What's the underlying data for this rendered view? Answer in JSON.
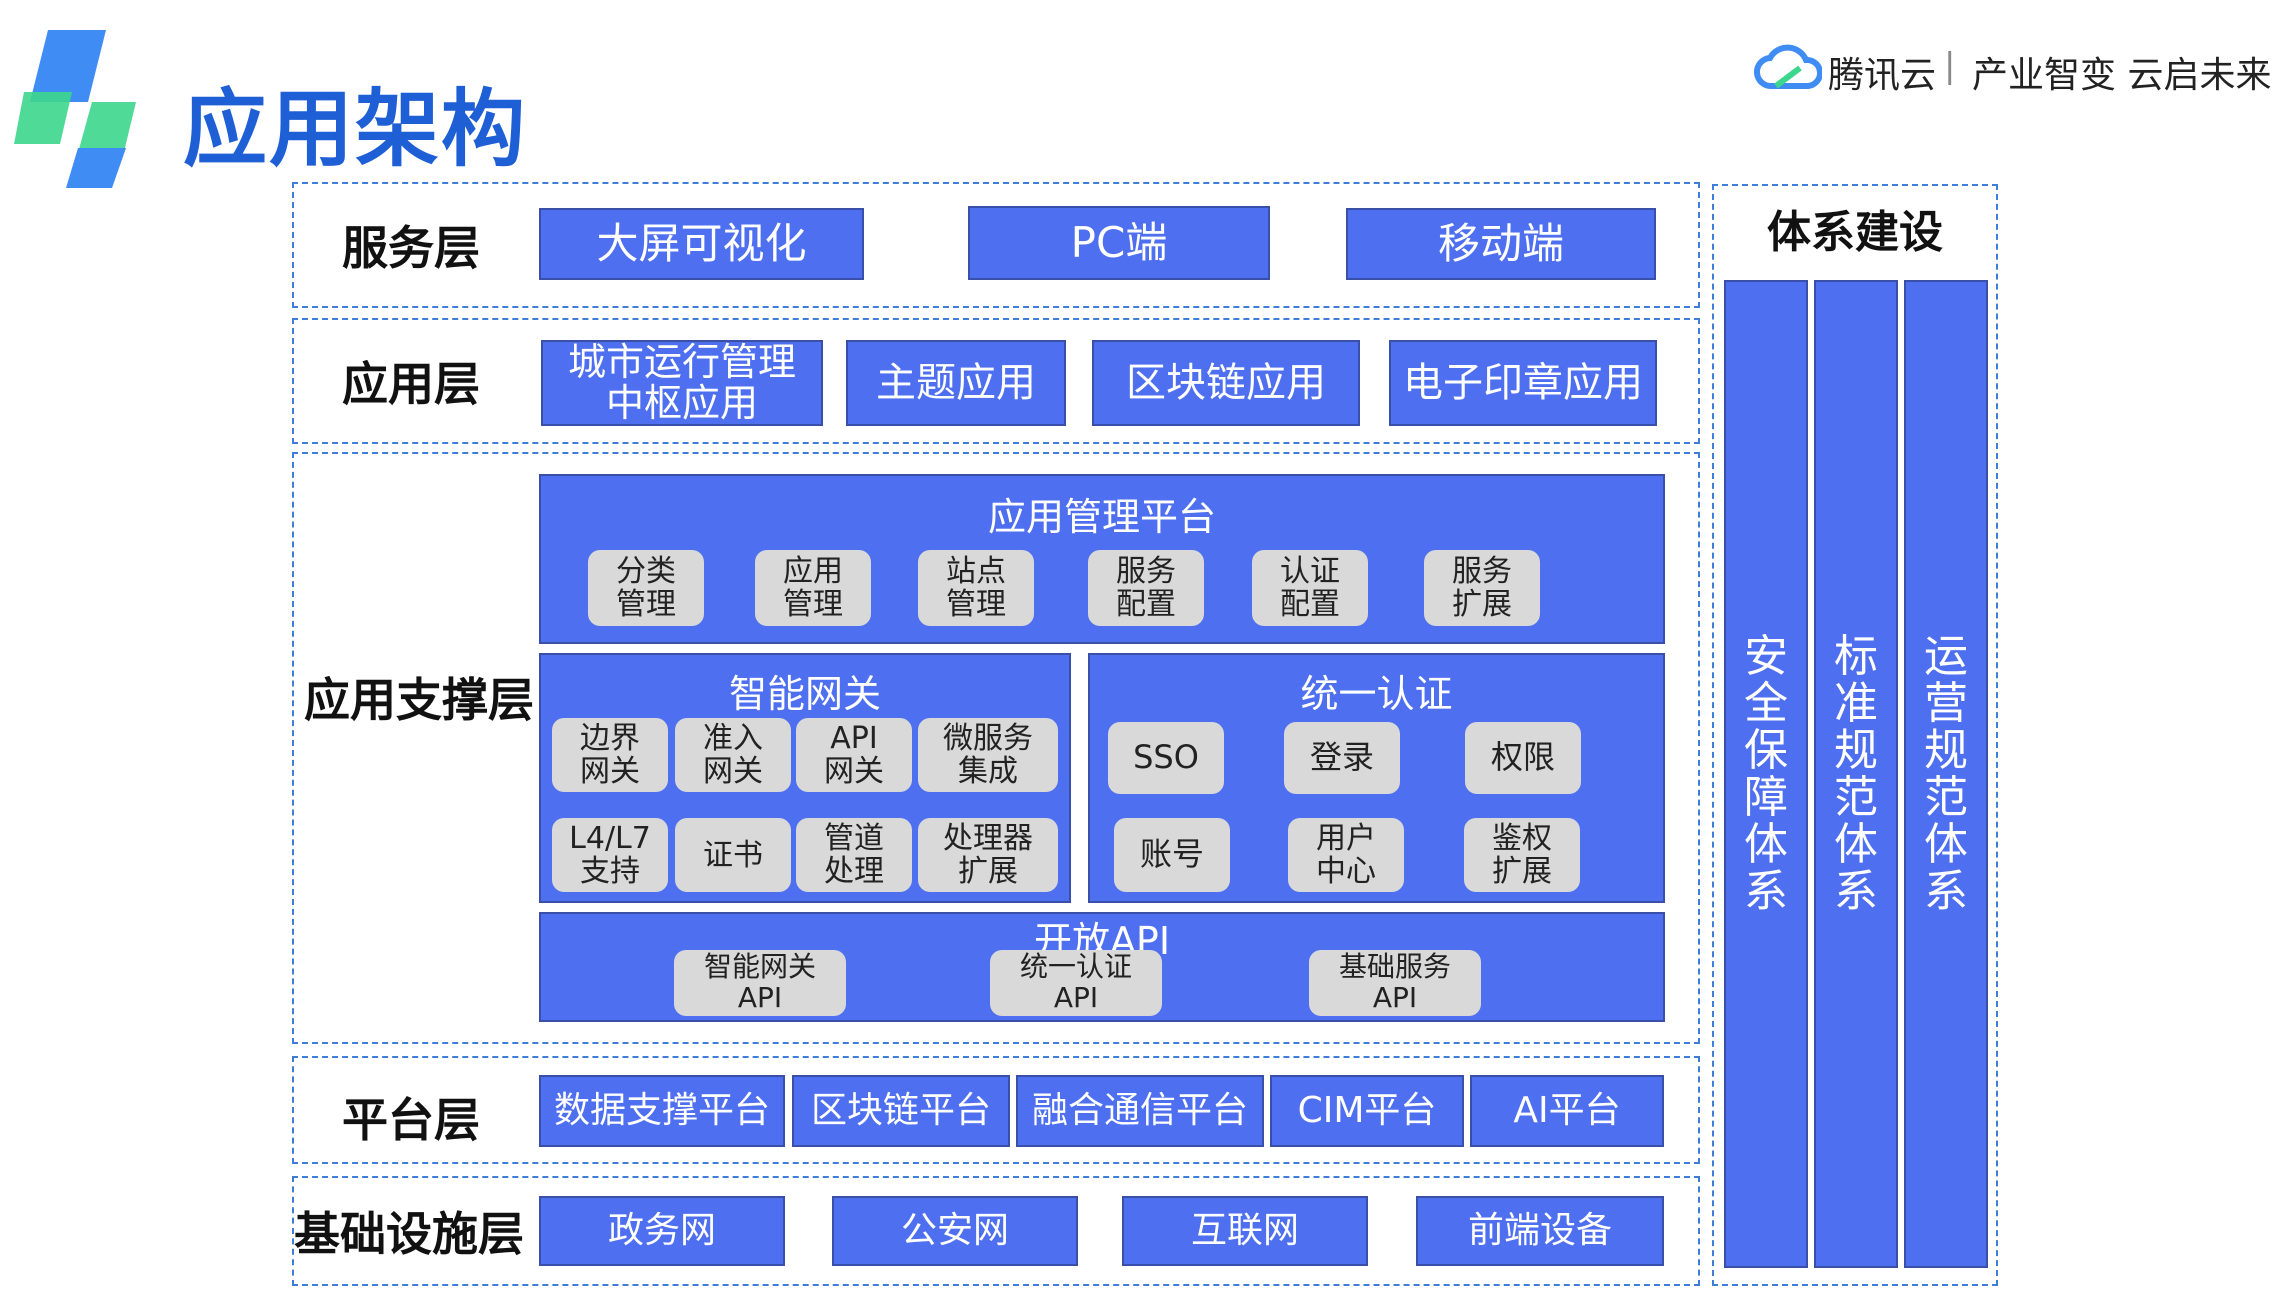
{
  "header": {
    "title": "应用架构",
    "brand": "腾讯云",
    "divider": "|",
    "slogan": "产业智变 云启未来",
    "colors": {
      "title": "#1f5fd6",
      "logo_blue": "#3f8cf5",
      "logo_green": "#3cd68c"
    }
  },
  "layers": {
    "service": {
      "label": "服务层",
      "items": [
        "大屏可视化",
        "PC端",
        "移动端"
      ]
    },
    "application": {
      "label": "应用层",
      "items": [
        "城市运行管理\n中枢应用",
        "主题应用",
        "区块链应用",
        "电子印章应用"
      ]
    },
    "support": {
      "label": "应用支撑层",
      "app_mgmt": {
        "title": "应用管理平台",
        "items": [
          "分类\n管理",
          "应用\n管理",
          "站点\n管理",
          "服务\n配置",
          "认证\n配置",
          "服务\n扩展"
        ]
      },
      "gateway": {
        "title": "智能网关",
        "items": [
          "边界\n网关",
          "准入\n网关",
          "API\n网关",
          "微服务\n集成",
          "L4/L7\n支持",
          "证书",
          "管道\n处理",
          "处理器\n扩展"
        ]
      },
      "auth": {
        "title": "统一认证",
        "items": [
          "SSO",
          "登录",
          "权限",
          "账号",
          "用户\n中心",
          "鉴权\n扩展"
        ]
      },
      "open_api": {
        "title": "开放API",
        "items": [
          "智能网关\nAPI",
          "统一认证\nAPI",
          "基础服务\nAPI"
        ]
      }
    },
    "platform": {
      "label": "平台层",
      "items": [
        "数据支撑平台",
        "区块链平台",
        "融合通信平台",
        "CIM平台",
        "AI平台"
      ]
    },
    "infrastructure": {
      "label": "基础设施层",
      "items": [
        "政务网",
        "公安网",
        "互联网",
        "前端设备"
      ]
    }
  },
  "system": {
    "title": "体系建设",
    "columns": [
      "安全保障体系",
      "标准规范体系",
      "运营规范体系"
    ]
  },
  "colors": {
    "box_fill": "#4e6ff0",
    "box_border": "#3a4fa8",
    "chip_fill": "#d9d9d9",
    "dash": "#3f7ed8"
  }
}
